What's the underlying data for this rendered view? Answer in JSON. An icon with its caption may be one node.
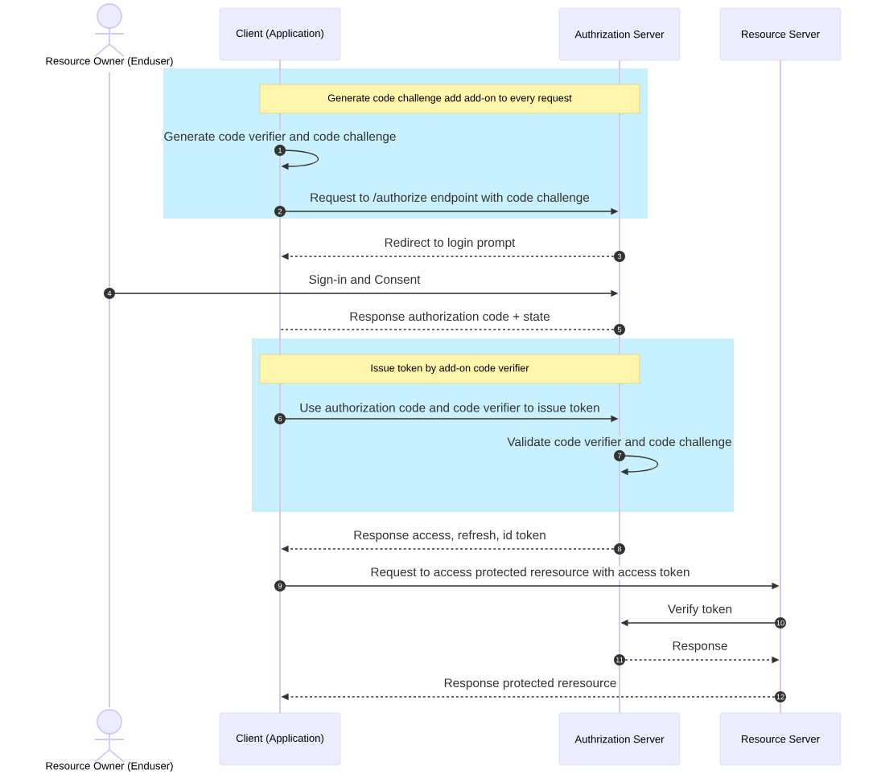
{
  "diagram": {
    "nodes": [
      {
        "text": [
          "Resource Owner (Enduser)"
        ]
      },
      {
        "text": [
          "Client (Application)"
        ]
      },
      {
        "text": [
          "Authrization Server"
        ]
      },
      {
        "text": [
          "Resource Server"
        ]
      },
      {
        "text": [],
        "shape": "bar"
      },
      {
        "text": [],
        "shape": "bar"
      },
      {
        "text": [],
        "shape": "bar"
      },
      {
        "text": [],
        "shape": "bar"
      },
      {
        "text": [],
        "shape": "box"
      },
      {
        "text": [
          "Generate code challenge add add-on to every request"
        ],
        "in": 8
      },
      {
        "text": [],
        "shape": "box"
      },
      {
        "text": [
          "Issue token by add-on code verifier"
        ],
        "in": 10
      },
      {
        "text": [
          "Resource Owner (Enduser)"
        ]
      },
      {
        "text": [
          "Client (Application)"
        ]
      },
      {
        "text": [
          "Authrization Server"
        ]
      },
      {
        "text": [
          "Resource Server"
        ]
      }
    ],
    "edges": [
      {
        "from": 5,
        "to": 5,
        "arrow": "to",
        "label": "Generate code verifier and code challenge"
      },
      {
        "from": 5,
        "to": 6,
        "arrow": "to",
        "label": "Request to /authorize endpoint with code challenge"
      },
      {
        "from": 6,
        "to": 5,
        "arrow": "to",
        "label": "Redirect to login prompt",
        "style": "dashed"
      },
      {
        "from": 4,
        "to": 6,
        "arrow": "to",
        "label": "Sign-in and Consent"
      },
      {
        "from": 6,
        "to": 5,
        "arrow": "none",
        "label": "Response authorization code + state",
        "style": "dashed"
      },
      {
        "from": 5,
        "to": 6,
        "arrow": "to",
        "label": "Use authorization code and code verifier to issue token"
      },
      {
        "from": 6,
        "to": 6,
        "arrow": "to",
        "label": "Validate code verifier and code challenge"
      },
      {
        "from": 6,
        "to": 5,
        "arrow": "to",
        "label": "Response access, refresh, id token",
        "style": "dashed"
      },
      {
        "from": 5,
        "to": 7,
        "arrow": "to",
        "label": "Request to access protected reresource with access token"
      },
      {
        "from": 7,
        "to": 6,
        "arrow": "to",
        "label": "Verify token"
      },
      {
        "from": 6,
        "to": 7,
        "arrow": "to",
        "label": "Response",
        "style": "dashed"
      },
      {
        "from": 7,
        "to": 5,
        "arrow": "to",
        "label": "Response protected reresource",
        "style": "dashed"
      }
    ],
    "labels": [
      "1",
      "2",
      "3",
      "4",
      "5",
      "6",
      "7",
      "8",
      "9",
      "10",
      "11",
      "12"
    ]
  }
}
